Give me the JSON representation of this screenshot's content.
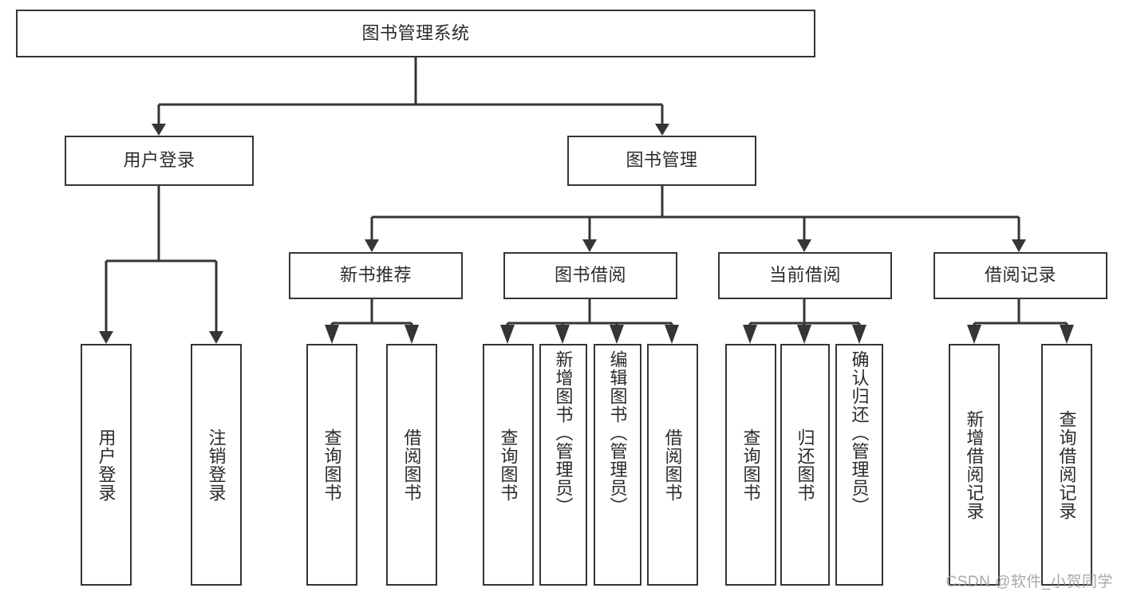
{
  "diagram": {
    "type": "tree-hierarchy",
    "title": "图书管理系统",
    "root": {
      "label": "图书管理系统"
    },
    "level2": [
      {
        "id": "user-login",
        "label": "用户登录"
      },
      {
        "id": "book-management",
        "label": "图书管理"
      }
    ],
    "level3": [
      {
        "id": "new-book-recommend",
        "label": "新书推荐",
        "parent": "book-management"
      },
      {
        "id": "book-borrow",
        "label": "图书借阅",
        "parent": "book-management"
      },
      {
        "id": "current-borrow",
        "label": "当前借阅",
        "parent": "book-management"
      },
      {
        "id": "borrow-record",
        "label": "借阅记录",
        "parent": "book-management"
      }
    ],
    "leaves": [
      {
        "id": "leaf-user-login",
        "label": "用户登录",
        "parent": "user-login"
      },
      {
        "id": "leaf-logout",
        "label": "注销登录",
        "parent": "user-login"
      },
      {
        "id": "leaf-query-book-1",
        "label": "查询图书",
        "parent": "new-book-recommend"
      },
      {
        "id": "leaf-borrow-book-1",
        "label": "借阅图书",
        "parent": "new-book-recommend"
      },
      {
        "id": "leaf-query-book-2",
        "label": "查询图书",
        "parent": "book-borrow"
      },
      {
        "id": "leaf-add-book",
        "label": "新增图书（管理员）",
        "parent": "book-borrow"
      },
      {
        "id": "leaf-edit-book",
        "label": "编辑图书（管理员）",
        "parent": "book-borrow"
      },
      {
        "id": "leaf-borrow-book-2",
        "label": "借阅图书",
        "parent": "book-borrow"
      },
      {
        "id": "leaf-query-book-3",
        "label": "查询图书",
        "parent": "current-borrow"
      },
      {
        "id": "leaf-return-book",
        "label": "归还图书",
        "parent": "current-borrow"
      },
      {
        "id": "leaf-confirm-return",
        "label": "确认归还（管理员）",
        "parent": "current-borrow"
      },
      {
        "id": "leaf-add-record",
        "label": "新增借阅记录",
        "parent": "borrow-record"
      },
      {
        "id": "leaf-query-record",
        "label": "查询借阅记录",
        "parent": "borrow-record"
      }
    ],
    "colors": {
      "stroke": "#353535",
      "fill": "#ffffff",
      "text": "#2b2b2b",
      "watermark": "#9a9a9a"
    }
  },
  "watermark": {
    "text": "CSDN @软件_小贺同学"
  }
}
